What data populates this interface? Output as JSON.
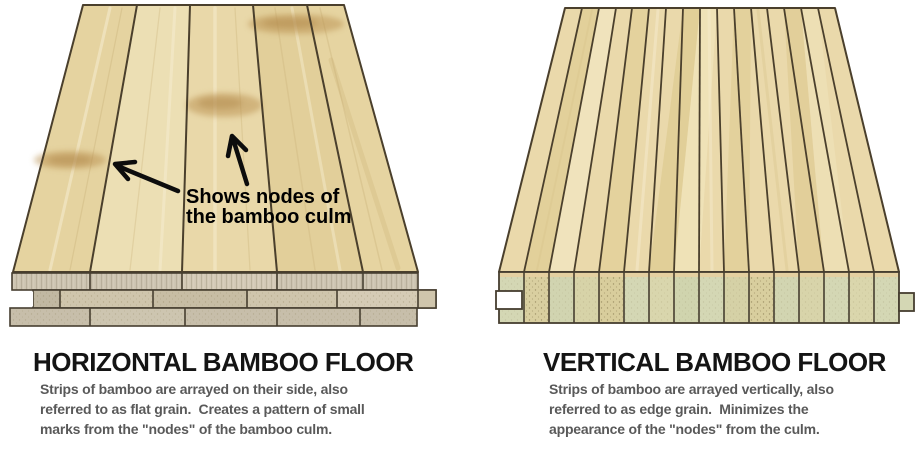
{
  "diagram": {
    "background": "#ffffff",
    "panels": [
      {
        "id": "horizontal-bamboo",
        "title": "HORIZONTAL BAMBOO FLOOR",
        "description_lines": [
          "Strips of bamboo are arrayed on their side, also",
          "referred to as flat grain.  Creates a pattern of small",
          "marks from the \"nodes\" of the bamboo culm."
        ],
        "annotation": {
          "line1": "Shows nodes of",
          "line2": "the bamboo culm"
        },
        "features": [
          "node marks on plank faces",
          "3-ply edge with groove (left) and tongue (right)"
        ]
      },
      {
        "id": "vertical-bamboo",
        "title": "VERTICAL BAMBOO FLOOR",
        "description_lines": [
          "Strips of bamboo are arrayed vertically, also",
          "referred to as edge grain.  Minimizes the",
          "appearance of the \"nodes\" from the culm."
        ],
        "features": [
          "16 narrow edge-grain strips",
          "single-ply edge with groove (left) and tongue (right)"
        ]
      }
    ],
    "colors": {
      "surface_tan": "#e8d7a6",
      "surface_tan_light": "#f0e3bc",
      "surface_tan_dark": "#e0cd96",
      "plank_outline": "#4a3f2c",
      "node_mark_brown": "#b9904f",
      "edge_taupe": "#cbc2af",
      "edge_sage": "#d4d7b4",
      "edge_speckle_tan": "#d8cf9e",
      "title_text": "#141414",
      "body_text": "#595959",
      "annotation_text": "#000000"
    }
  }
}
